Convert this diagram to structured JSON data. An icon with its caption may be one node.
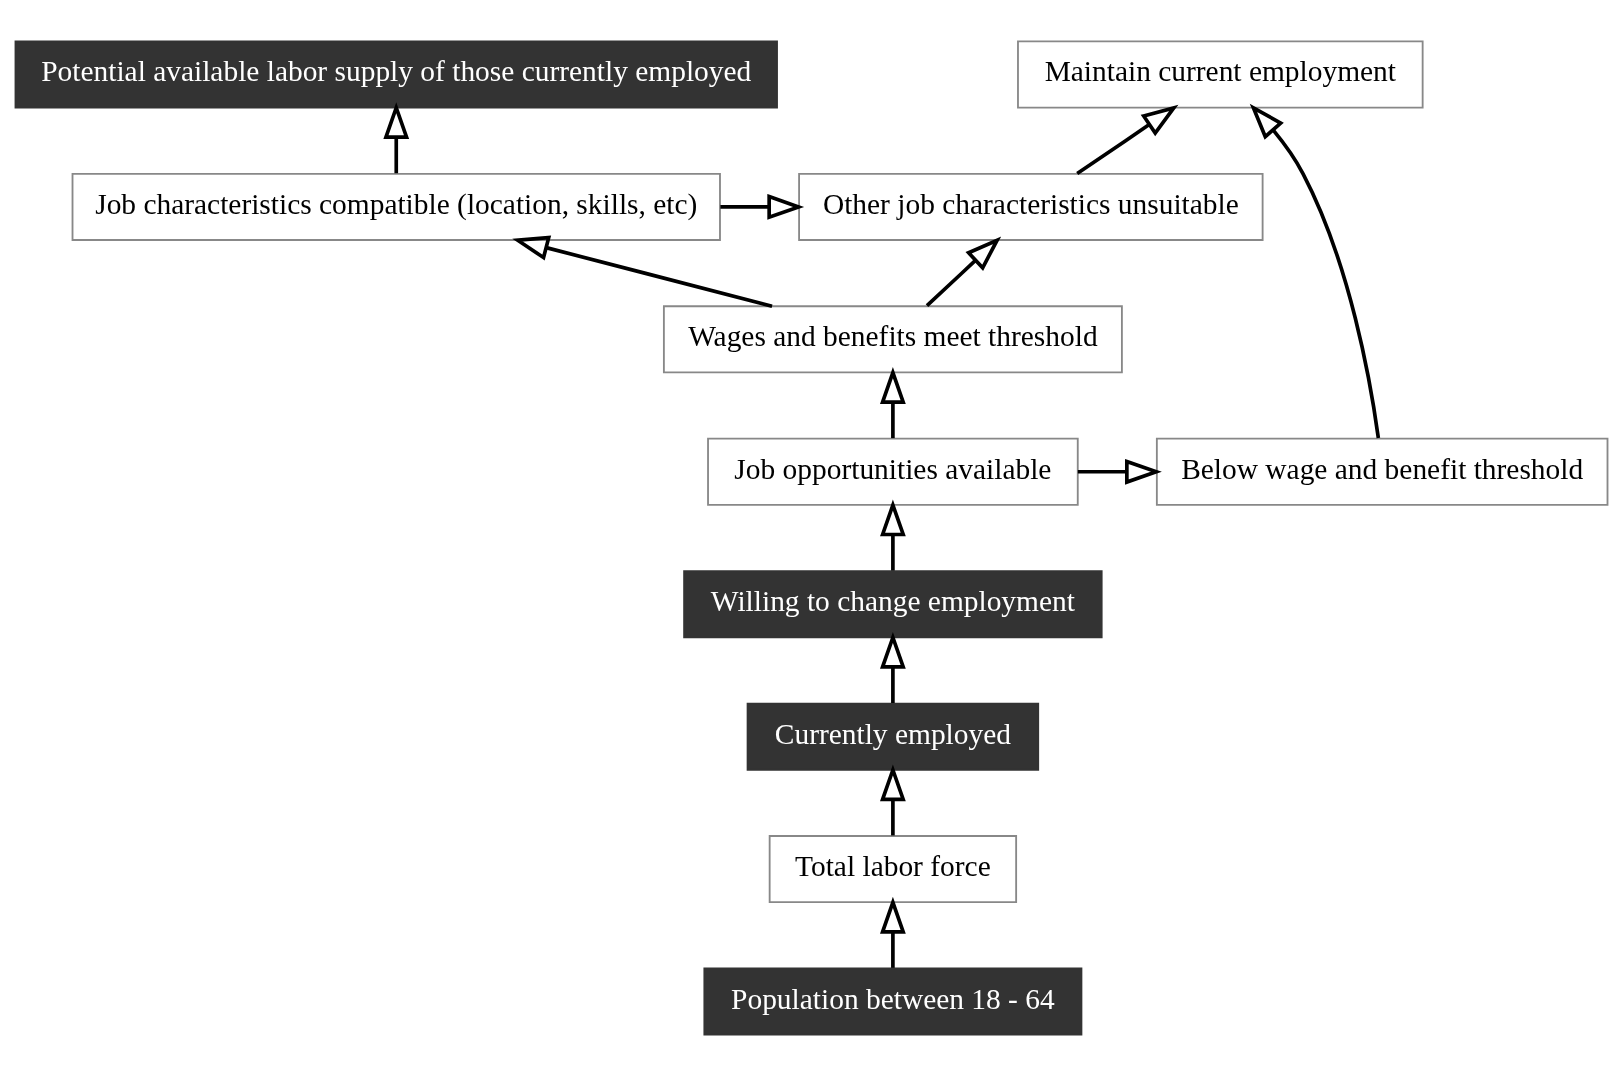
{
  "diagram": {
    "nodes": [
      {
        "text": [
          "Potential available labor supply of those currently employed"
        ]
      },
      {
        "text": [
          "Job characteristics compatible (location, skills, etc)"
        ]
      },
      {
        "text": [
          "Wages and benefits meet threshold"
        ]
      },
      {
        "text": [
          "Job opportunities available"
        ]
      },
      {
        "text": [
          "Willing to change employment"
        ]
      },
      {
        "text": [
          "Currently employed"
        ]
      },
      {
        "text": [
          "Total labor force"
        ]
      },
      {
        "text": [
          "Population between 18 - 64"
        ]
      },
      {
        "text": [
          "Other job characteristics unsuitable"
        ]
      },
      {
        "text": [
          "Below wage and benefit threshold"
        ]
      },
      {
        "text": [
          "Maintain current employment"
        ]
      }
    ],
    "edges": [
      {
        "from": 7,
        "to": 6,
        "arrow": "to"
      },
      {
        "from": 6,
        "to": 5,
        "arrow": "to"
      },
      {
        "from": 5,
        "to": 4,
        "arrow": "to"
      },
      {
        "from": 4,
        "to": 3,
        "arrow": "to"
      },
      {
        "from": 3,
        "to": 2,
        "arrow": "to"
      },
      {
        "from": 2,
        "to": 1,
        "arrow": "to"
      },
      {
        "from": 1,
        "to": 0,
        "arrow": "to"
      },
      {
        "from": 1,
        "to": 8,
        "arrow": "to"
      },
      {
        "from": 2,
        "to": 8,
        "arrow": "to"
      },
      {
        "from": 3,
        "to": 9,
        "arrow": "to"
      },
      {
        "from": 8,
        "to": 10,
        "arrow": "to"
      },
      {
        "from": 9,
        "to": 10,
        "arrow": "to"
      }
    ]
  }
}
